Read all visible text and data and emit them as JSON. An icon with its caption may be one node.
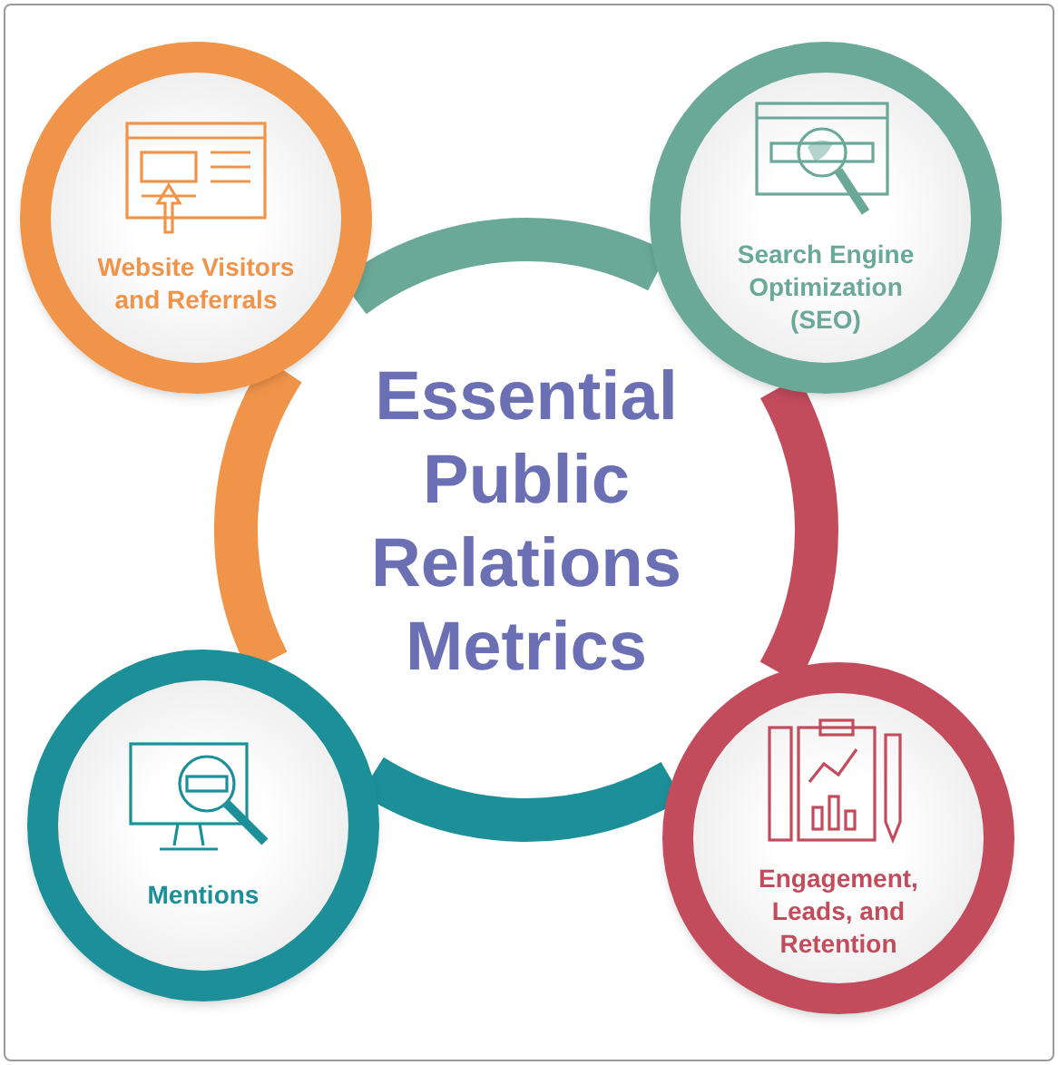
{
  "diagram": {
    "title": "Essential Public Relations Metrics",
    "nodes": [
      {
        "text": [
          "Website Visitors and Referrals"
        ]
      },
      {
        "text": [
          "Search Engine Optimization (SEO)"
        ]
      },
      {
        "text": [
          "Engagement, Leads, and Retention"
        ]
      },
      {
        "text": [
          "Mentions"
        ]
      }
    ],
    "edges": [
      {
        "from": 0,
        "to": 1,
        "arrow": "none",
        "color": "#6aa898"
      },
      {
        "from": 1,
        "to": 2,
        "arrow": "none",
        "color": "#c24b5c"
      },
      {
        "from": 2,
        "to": 3,
        "arrow": "none",
        "color": "#1c8f98"
      },
      {
        "from": 3,
        "to": 0,
        "arrow": "none",
        "color": "#f0944a"
      }
    ]
  }
}
